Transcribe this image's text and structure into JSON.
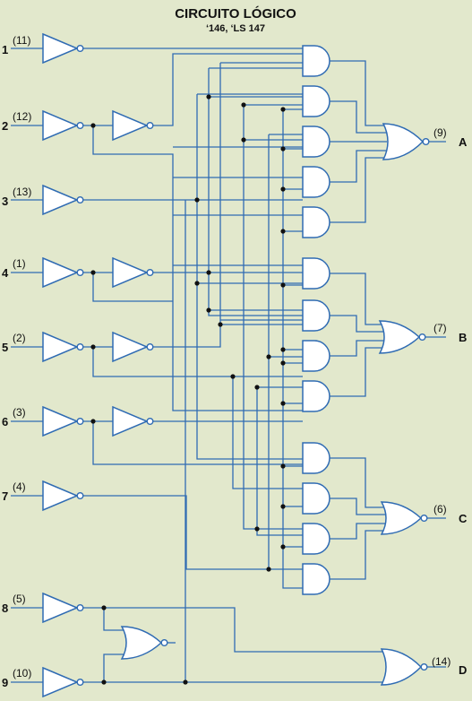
{
  "title": "CIRCUITO LÓGICO",
  "subtitle": "‘146, ‘LS 147",
  "inputs": [
    {
      "num": "1",
      "pin": "(11)"
    },
    {
      "num": "2",
      "pin": "(12)"
    },
    {
      "num": "3",
      "pin": "(13)"
    },
    {
      "num": "4",
      "pin": "(1)"
    },
    {
      "num": "5",
      "pin": "(2)"
    },
    {
      "num": "6",
      "pin": "(3)"
    },
    {
      "num": "7",
      "pin": "(4)"
    },
    {
      "num": "8",
      "pin": "(5)"
    },
    {
      "num": "9",
      "pin": "(10)"
    }
  ],
  "outputs": [
    {
      "name": "A",
      "pin": "(9)"
    },
    {
      "name": "B",
      "pin": "(7)"
    },
    {
      "name": "C",
      "pin": "(6)"
    },
    {
      "name": "D",
      "pin": "(14)"
    }
  ],
  "colors": {
    "wire": "#2f6bb3",
    "background": "#e2e8cc",
    "gate_fill": "#ffffff",
    "junction": "#111111"
  }
}
